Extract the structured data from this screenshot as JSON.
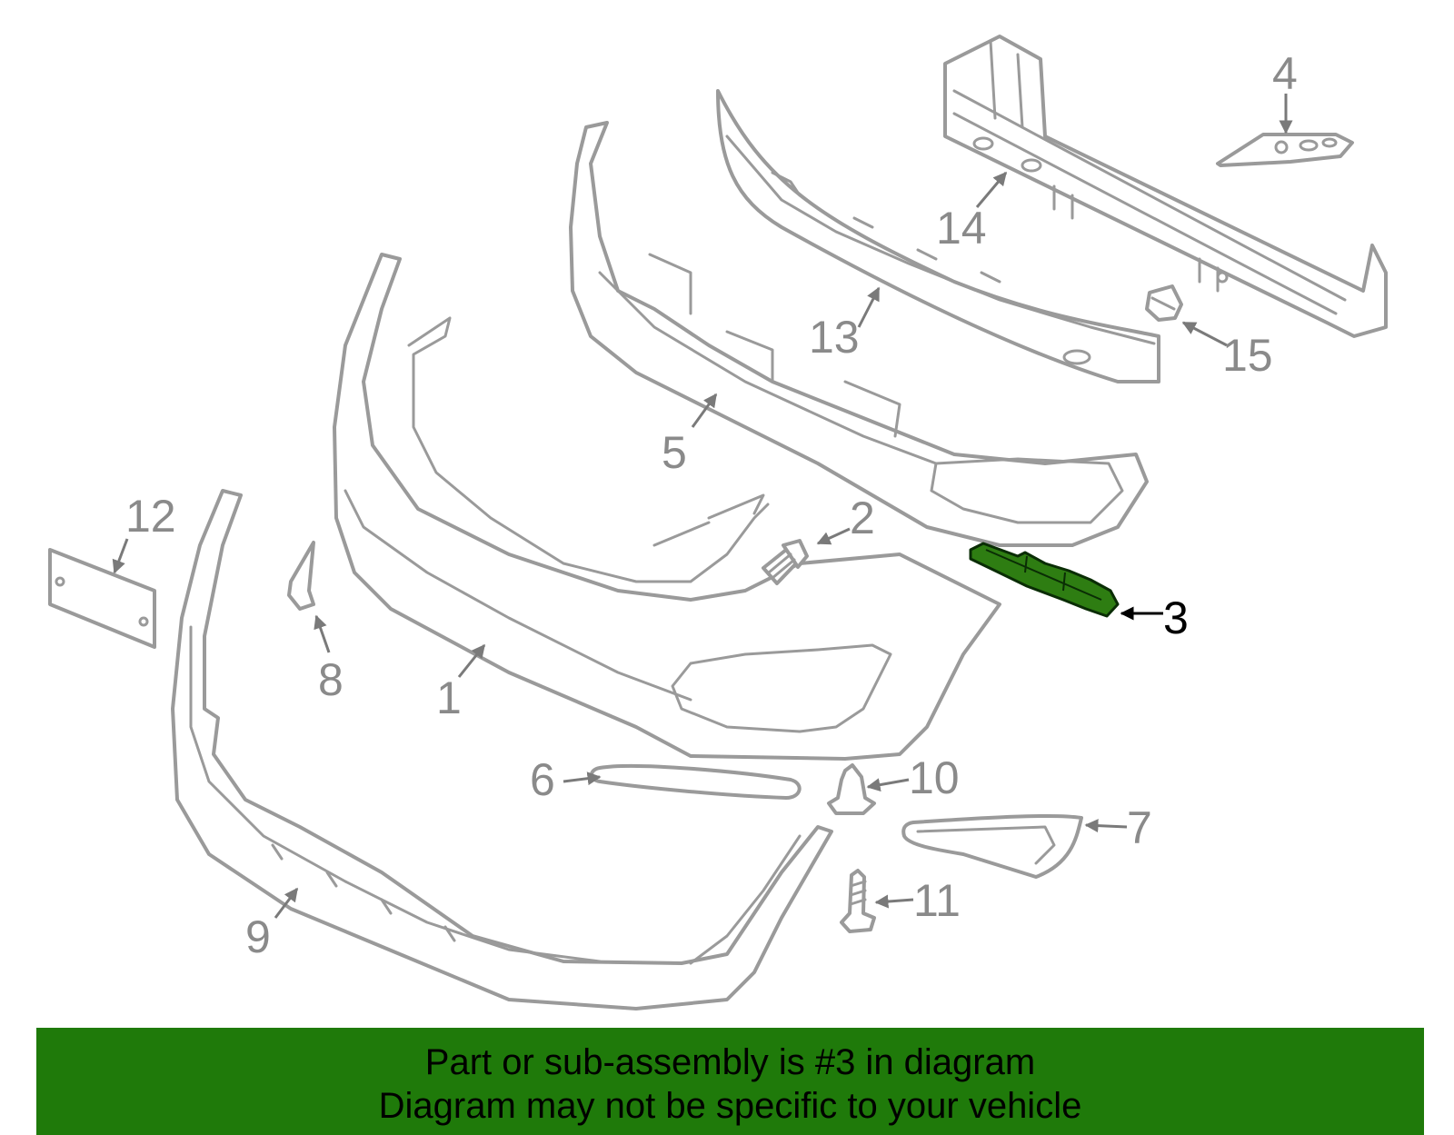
{
  "diagram": {
    "highlighted_part": "3",
    "highlight_color": "#2e7d12",
    "callouts": [
      "1",
      "2",
      "3",
      "4",
      "5",
      "6",
      "7",
      "8",
      "9",
      "10",
      "11",
      "12",
      "13",
      "14",
      "15"
    ]
  },
  "banner": {
    "line1": "Part or sub-assembly is #3 in diagram",
    "line2": "Diagram may not be specific to your vehicle",
    "background": "#1f7a0a"
  }
}
